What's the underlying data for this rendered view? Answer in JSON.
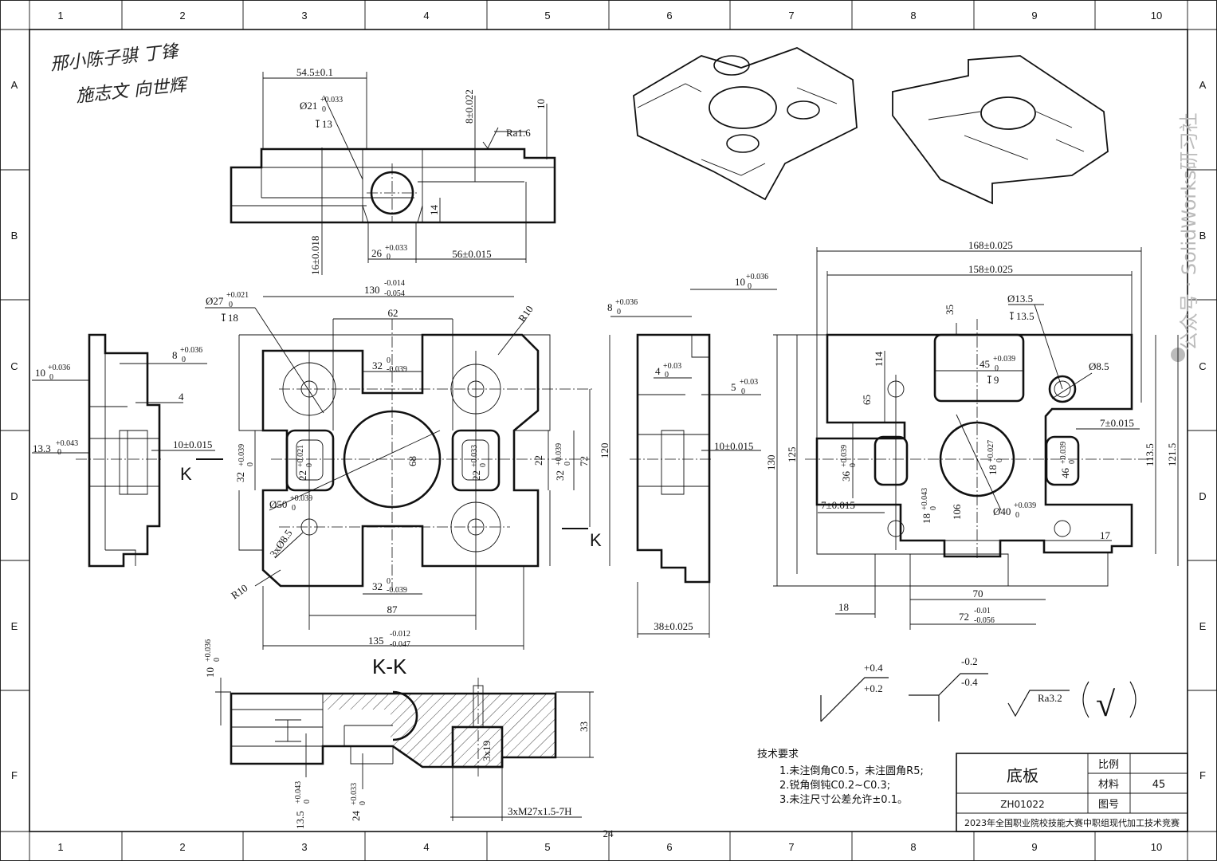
{
  "zones": {
    "columns": [
      "1",
      "2",
      "3",
      "4",
      "5",
      "6",
      "7",
      "8",
      "9",
      "10"
    ],
    "rows": [
      "A",
      "B",
      "C",
      "D",
      "E",
      "F"
    ]
  },
  "handwriting": {
    "line1": "邢小陈子骐 丁锋",
    "line2": "施志文 向世辉"
  },
  "watermark": "公众号 · SolidWorks研习社",
  "section_label": "K-K",
  "section_marks": {
    "left": "K",
    "right": "K"
  },
  "dims": {
    "top_54": "54.5±0.1",
    "top_d21": "Ø21",
    "top_d21_up": "+0.033",
    "top_d21_low": "0",
    "top_depth13": "↧13",
    "top_8": "8±0.022",
    "top_10": "10",
    "top_ra": "Ra1.6",
    "top_14": "14",
    "top_16": "16±0.018",
    "top_26": "26",
    "top_26_up": "+0.033",
    "top_26_low": "0",
    "top_56": "56±0.015",
    "fr_d27": "Ø27",
    "fr_d27_up": "+0.021",
    "fr_d27_low": "0",
    "fr_depth18": "↧18",
    "fr_130": "130",
    "fr_130_up": "-0.014",
    "fr_130_low": "-0.054",
    "fr_62": "62",
    "fr_r10a": "R10",
    "fr_32a": "32",
    "fr_32a_up": "0",
    "fr_32a_low": "-0.039",
    "fr_32v": "32",
    "fr_32v_up": "+0.039",
    "fr_32v_low": "0",
    "fr_22a": "22",
    "fr_22a_up": "+0.021",
    "fr_22a_low": "0",
    "fr_68": "68",
    "fr_22b": "22",
    "fr_22b_up": "+0.033",
    "fr_22b_low": "0",
    "fr_22c": "22",
    "fr_32w": "32",
    "fr_32w_up": "+0.039",
    "fr_32w_low": "0",
    "fr_72": "72",
    "fr_120": "120",
    "fr_d50": "Ø50",
    "fr_d50_up": "+0.039",
    "fr_d50_low": "0",
    "fr_3x85": "3xØ8.5",
    "fr_r10b": "R10",
    "fr_32b": "32",
    "fr_32b_up": "0",
    "fr_32b_low": "-0.039",
    "fr_87": "87",
    "fr_135": "135",
    "fr_135_up": "-0.012",
    "fr_135_low": "-0.047",
    "ls_10": "10",
    "ls_10_up": "+0.036",
    "ls_10_low": "0",
    "ls_8": "8",
    "ls_8_up": "+0.036",
    "ls_8_low": "0",
    "ls_4": "4",
    "ls_133": "13.3",
    "ls_133_up": "+0.043",
    "ls_133_low": "0",
    "ls_10b": "10±0.015",
    "rs_10": "10",
    "rs_10_up": "+0.036",
    "rs_10_low": "0",
    "rs_8": "8",
    "rs_8_up": "+0.036",
    "rs_8_low": "0",
    "rs_4": "4",
    "rs_4_up": "+0.03",
    "rs_4_low": "0",
    "rs_5": "5",
    "rs_5_up": "+0.03",
    "rs_5_low": "0",
    "rs_10b": "10±0.015",
    "rs_38": "38±0.025",
    "bv_168": "168±0.025",
    "bv_158": "158±0.025",
    "bv_35": "35",
    "bv_d135": "Ø13.5",
    "bv_depth135": "↧13.5",
    "bv_114": "114",
    "bv_45": "45",
    "bv_45_up": "+0.039",
    "bv_45_low": "0",
    "bv_depth9": "↧9",
    "bv_d85": "Ø8.5",
    "bv_65": "65",
    "bv_7a": "7±0.015",
    "bv_130": "130",
    "bv_125": "125",
    "bv_36": "36",
    "bv_36_up": "+0.039",
    "bv_36_low": "0",
    "bv_18a": "18",
    "bv_18a_up": "+0.027",
    "bv_18a_low": "0",
    "bv_46": "46",
    "bv_46_up": "+0.039",
    "bv_46_low": "0",
    "bv_1135": "113.5",
    "bv_1215": "121.5",
    "bv_7b": "7±0.015",
    "bv_18b": "18",
    "bv_18b_up": "+0.043",
    "bv_18b_low": "0",
    "bv_106": "106",
    "bv_d40": "Ø40",
    "bv_d40_up": "+0.039",
    "bv_d40_low": "0",
    "bv_17": "17",
    "bv_18c": "18",
    "bv_70": "70",
    "bv_72": "72",
    "bv_72_up": "-0.01",
    "bv_72_low": "-0.056",
    "kk_10": "10",
    "kk_10_up": "+0.036",
    "kk_10_low": "0",
    "kk_33": "33",
    "kk_3x19": "3x19",
    "kk_135": "13.5",
    "kk_135_up": "+0.043",
    "kk_135_low": "0",
    "kk_24": "24",
    "kk_24_up": "+0.033",
    "kk_24_low": "0",
    "kk_m27": "3xM27x1.5-7H"
  },
  "legend": {
    "pos_up": "+0.4",
    "pos_low": "+0.2",
    "neg_up": "-0.2",
    "neg_low": "-0.4",
    "ra": "Ra3.2",
    "check": "√"
  },
  "notes": {
    "title": "技术要求",
    "items": [
      "1.未注倒角C0.5，未注圆角R5;",
      "2.锐角倒钝C0.2~C0.3;",
      "3.未注尺寸公差允许±0.1。"
    ]
  },
  "title_block": {
    "part_name": "底板",
    "scale_label": "比例",
    "scale_value": "",
    "material_label": "材料",
    "material_value": "45",
    "drawing_no_label": "图号",
    "drawing_no_value": "",
    "code": "ZH01022",
    "competition": "2023年全国职业院校技能大赛中职组现代加工技术竞赛"
  },
  "page_number": "24"
}
